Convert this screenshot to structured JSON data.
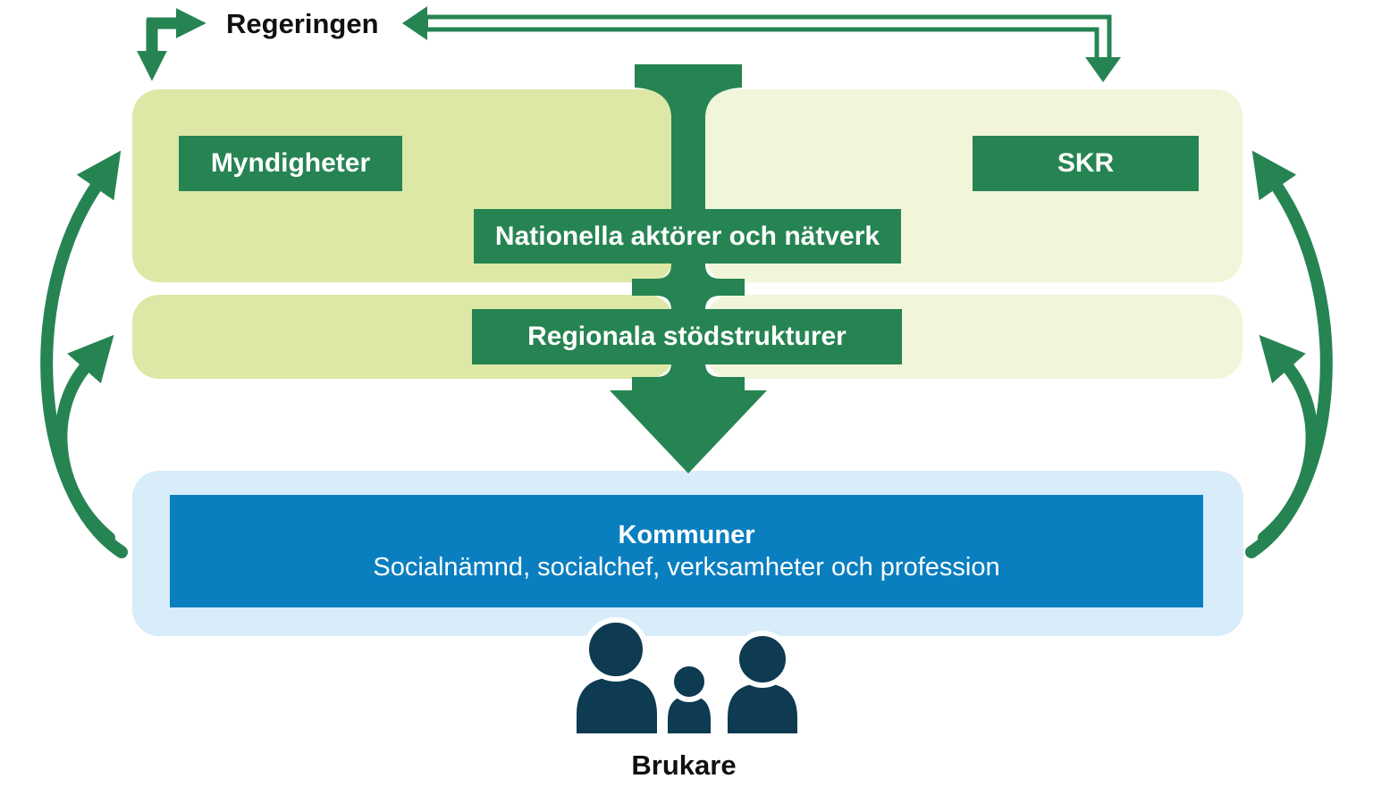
{
  "colors": {
    "green": "#268452",
    "panel_left": "#dde8a6",
    "panel_right": "#f1f5da",
    "blue_panel": "#d8ecfa",
    "blue_box": "#0a7fc0",
    "navy": "#0e3a52",
    "text_dark": "#101010",
    "white": "#ffffff"
  },
  "nodes": {
    "regeringen": {
      "label": "Regeringen"
    },
    "myndigheter": {
      "label": "Myndigheter"
    },
    "skr": {
      "label": "SKR"
    },
    "nationella": {
      "label": "Nationella aktörer och nätverk"
    },
    "regionala": {
      "label": "Regionala stödstrukturer"
    },
    "kommuner": {
      "title": "Kommuner",
      "subtitle": "Socialnämnd, socialchef, verksamheter och profession"
    },
    "brukare": {
      "label": "Brukare"
    }
  },
  "icons": {
    "people_icon": "three-person family silhouette (adult, child, adult)",
    "arrows": [
      "elbow-arrow-regeringen-to-myndigheter (solid, two heads: right + down)",
      "double-line-elbow-arrow-regeringen-to-skr (hollow, two heads: left + down)",
      "big-down-arrow-national-to-kommuner (T-bar shaft with flanges and large head)",
      "curved-arrow-left-outer (kommuner up to row 1)",
      "curved-arrow-left-inner (kommuner up to row 2)",
      "curved-arrow-right-outer (kommuner up to row 1)",
      "curved-arrow-right-inner (kommuner up to row 2)"
    ]
  }
}
